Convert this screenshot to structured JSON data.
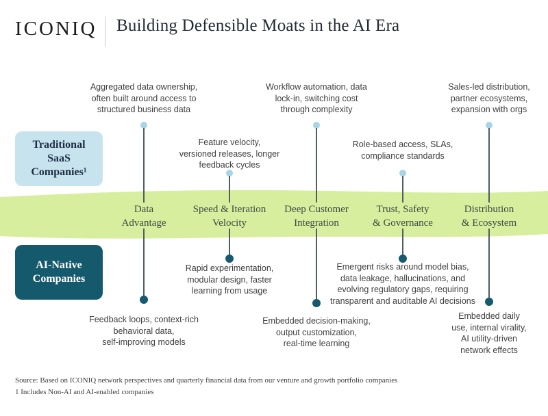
{
  "header": {
    "logo": "ICONIQ",
    "title": "Building Defensible Moats in the AI Era"
  },
  "rows": {
    "traditional_label": "Traditional\nSaaS\nCompanies¹",
    "ai_native_label": "AI-Native\nCompanies"
  },
  "columns": [
    {
      "label": "Data\nAdvantage",
      "traditional": "Aggregated data ownership,\noften built around access to\nstructured business data",
      "ai_native": "Feedback loops, context-rich\nbehavioral data,\nself-improving models"
    },
    {
      "label": "Speed & Iteration\nVelocity",
      "traditional": "Feature velocity,\nversioned releases, longer\nfeedback cycles",
      "ai_native": "Rapid experimentation,\nmodular design, faster\nlearning from usage"
    },
    {
      "label": "Deep Customer\nIntegration",
      "traditional": "Workflow automation, data\nlock-in, switching cost\nthrough complexity",
      "ai_native": "Embedded decision-making,\noutput customization,\nreal-time learning"
    },
    {
      "label": "Trust, Safety\n& Governance",
      "traditional": "Role-based access, SLAs,\ncompliance standards",
      "ai_native": "Emergent risks around model bias,\ndata leakage, hallucinations, and\nevolving regulatory gaps, requiring\ntransparent and auditable AI decisions"
    },
    {
      "label": "Distribution\n& Ecosystem",
      "traditional": "Sales-led distribution,\npartner ecosystems,\nexpansion with orgs",
      "ai_native": "Embedded daily\nuse, internal virality,\nAI utility-driven\nnetwork effects"
    }
  ],
  "footer": {
    "source": "Source: Based on ICONIQ network perspectives and quarterly financial data from our venture and growth portfolio companies",
    "footnote": "1 Includes Non-AI and AI-enabled companies"
  },
  "colors": {
    "traditional_box_bg": "#c7e3ee",
    "ai_box_bg": "#15596d",
    "band_green": "#d8ee9f",
    "top_dot": "#a7d5e5",
    "bottom_dot": "#155a6e",
    "line": "#4e5d60"
  }
}
